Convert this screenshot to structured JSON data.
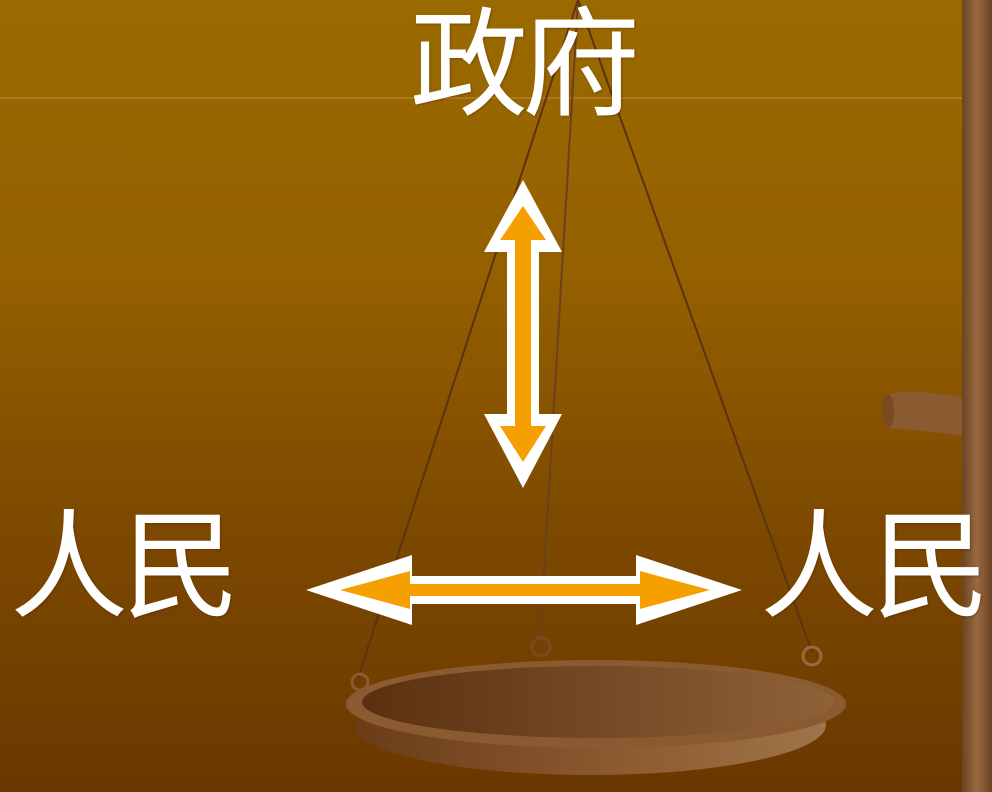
{
  "labels": {
    "top": "政府",
    "left": "人民",
    "right": "人民"
  },
  "colors": {
    "background_top": "#9a6a00",
    "background_bottom": "#6a3800",
    "arrow_fill": "#f5a000",
    "arrow_outline": "#ffffff",
    "text": "#ffffff",
    "scale_wood": "#8a5a2e"
  },
  "arrows": [
    {
      "name": "government-people-arrow",
      "direction": "vertical",
      "heads": "both"
    },
    {
      "name": "people-people-arrow",
      "direction": "horizontal",
      "heads": "both"
    }
  ],
  "background_image": "balance-scale"
}
